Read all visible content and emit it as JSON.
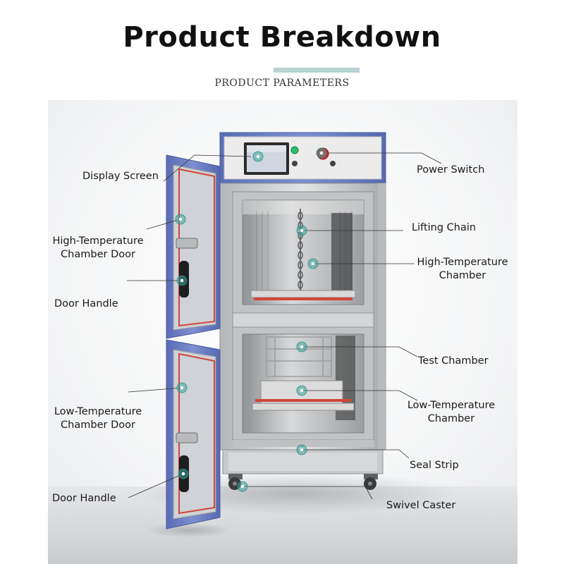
{
  "header": {
    "title": "Product Breakdown",
    "subtitle": "PRODUCT PARAMETERS"
  },
  "colors": {
    "accent_bar": "#b7d3d2",
    "cabinet_blue": "#6b7fc4",
    "door_seal_red": "#d2453a",
    "stainless": "#c9c9c9",
    "marker_teal": "#3aa89c"
  },
  "labels": {
    "display_screen": "Display Screen",
    "power_switch": "Power Switch",
    "lifting_chain": "Lifting Chain",
    "high_temp_chamber_door_1": "High-Temperature",
    "high_temp_chamber_door_2": "Chamber Door",
    "high_temp_chamber_1": "High-Temperature",
    "high_temp_chamber_2": "Chamber",
    "door_handle_upper": "Door Handle",
    "test_chamber": "Test Chamber",
    "low_temp_chamber_door_1": "Low-Temperature",
    "low_temp_chamber_door_2": "Chamber Door",
    "low_temp_chamber_1": "Low-Temperature",
    "low_temp_chamber_2": "Chamber",
    "seal_strip": "Seal Strip",
    "door_handle_lower": "Door Handle",
    "swivel_caster": "Swivel Caster"
  }
}
